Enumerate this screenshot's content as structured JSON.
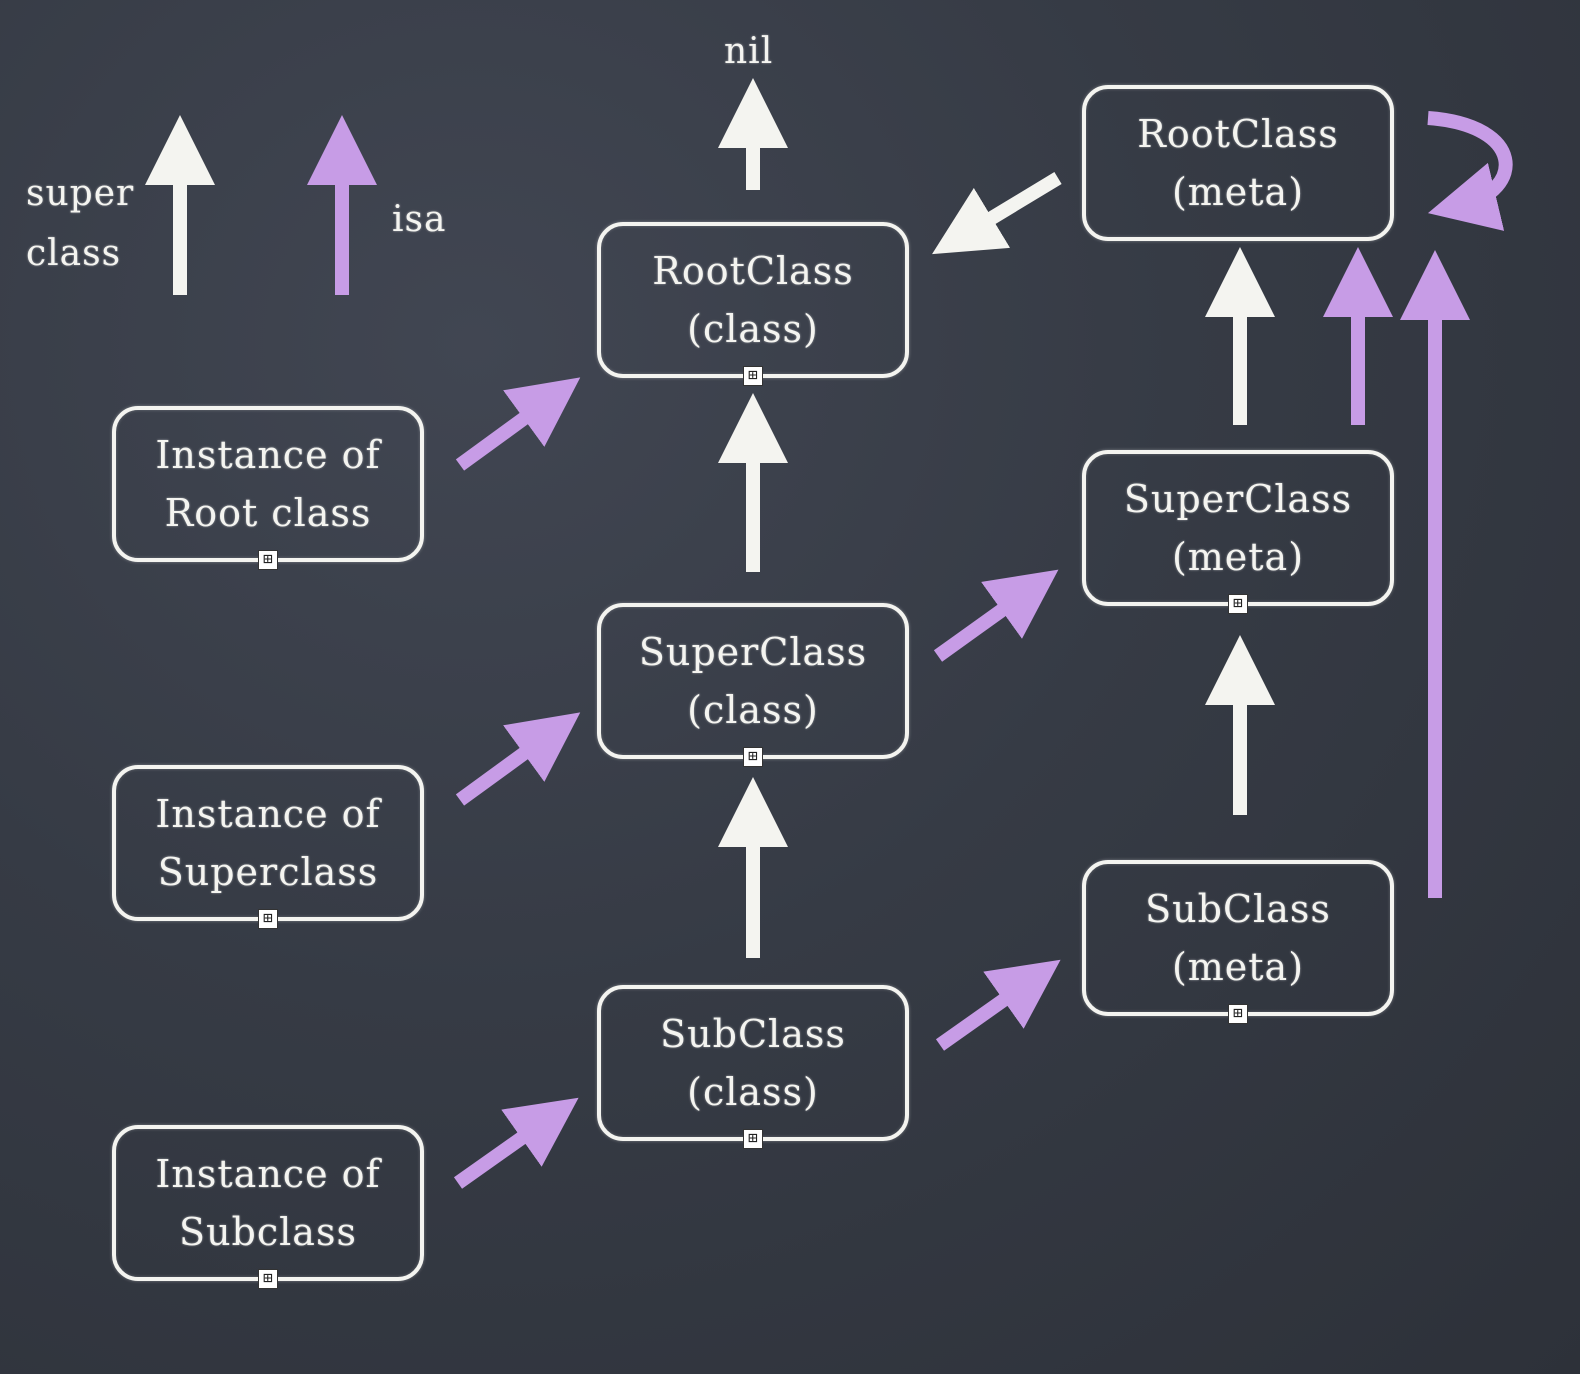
{
  "legend": {
    "superclass_label": "super class",
    "superclass_line1": "super",
    "superclass_line2": "class",
    "isa_label": "isa"
  },
  "nil_label": "nil",
  "nodes": {
    "inst_root": {
      "line1": "Instance of",
      "line2": "Root class"
    },
    "inst_super": {
      "line1": "Instance of",
      "line2": "Superclass"
    },
    "inst_sub": {
      "line1": "Instance of",
      "line2": "Subclass"
    },
    "root_class": {
      "line1": "RootClass",
      "line2": "(class)"
    },
    "super_class": {
      "line1": "SuperClass",
      "line2": "(class)"
    },
    "sub_class": {
      "line1": "SubClass",
      "line2": "(class)"
    },
    "root_meta": {
      "line1": "RootClass",
      "line2": "(meta)"
    },
    "super_meta": {
      "line1": "SuperClass",
      "line2": "(meta)"
    },
    "sub_meta": {
      "line1": "SubClass",
      "line2": "(meta)"
    }
  },
  "handle_glyph": "⊞",
  "colors": {
    "background": "#353a44",
    "chalk": "#f4f4f0",
    "superclass_arrow": "#f4f4f0",
    "isa_arrow": "#c79ce6"
  }
}
